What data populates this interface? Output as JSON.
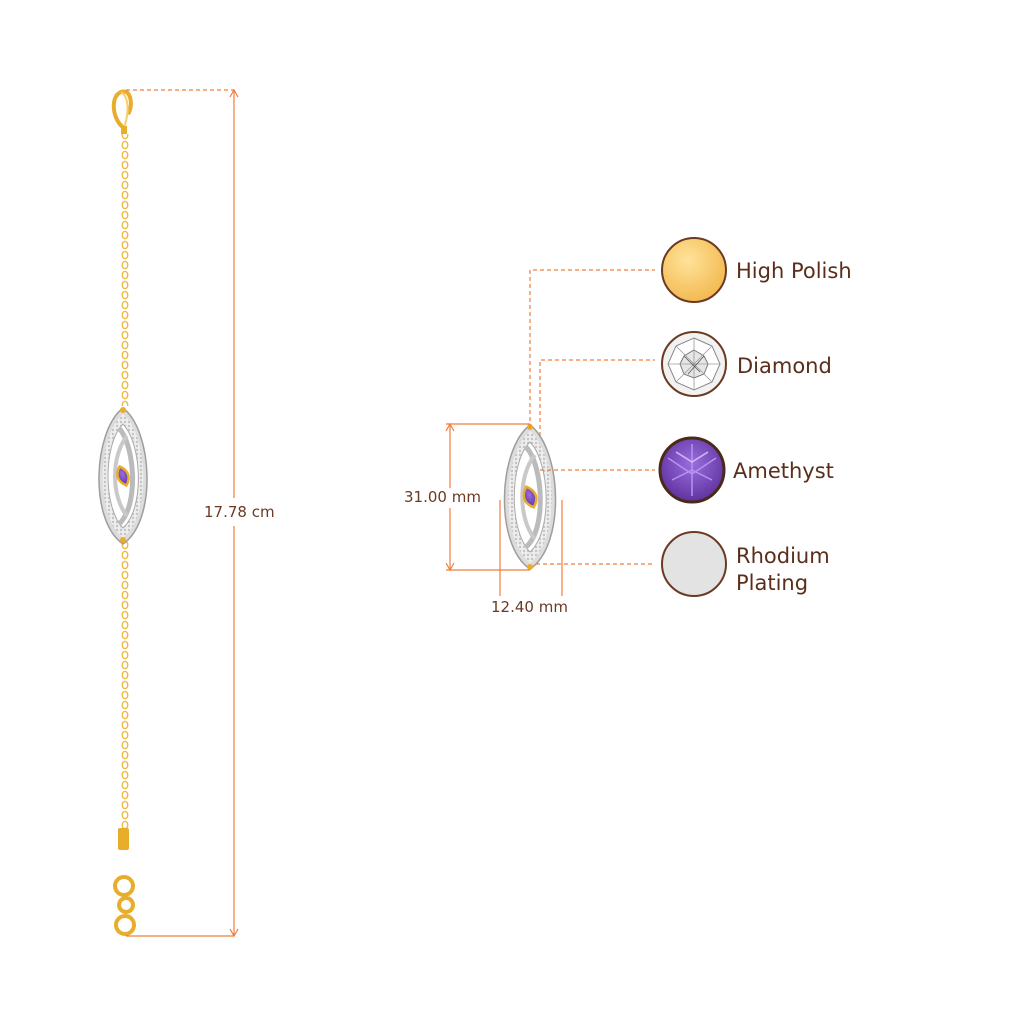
{
  "dimensions": {
    "total_length": "17.78 cm",
    "pendant_height": "31.00 mm",
    "pendant_width": "12.40 mm"
  },
  "legend": [
    {
      "label": "High Polish",
      "icon": "high-polish-swatch-icon",
      "color": "#f6c463"
    },
    {
      "label": "Diamond",
      "icon": "diamond-swatch-icon",
      "color": "#e9e9e9"
    },
    {
      "label": "Amethyst",
      "icon": "amethyst-swatch-icon",
      "color": "#7a4ab6"
    },
    {
      "label": "Rhodium Plating",
      "icon": "rhodium-swatch-icon",
      "color": "#e3e3e3"
    }
  ],
  "colors": {
    "dimension_line": "#f07d3c",
    "text": "#6b3a23",
    "gold": "#f2b533",
    "swatch_border": "#6b3a23"
  }
}
